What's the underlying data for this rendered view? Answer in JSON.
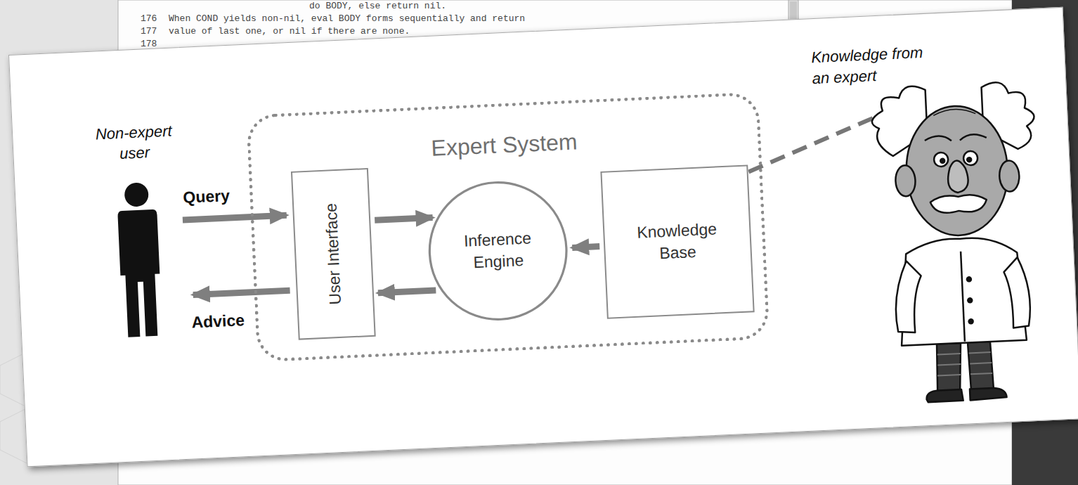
{
  "diagram": {
    "nodes": [
      {
        "text": [
          "Expert System"
        ]
      },
      {
        "text": [
          "User Interface"
        ],
        "in": 0
      },
      {
        "text": [
          "Inference Engine"
        ],
        "in": 0
      },
      {
        "text": [
          "Knowledge Base"
        ],
        "in": 0
      }
    ],
    "edges": [
      {
        "from": 1,
        "to": 2,
        "arrow": "to"
      },
      {
        "from": 2,
        "to": 1,
        "arrow": "to"
      },
      {
        "from": 3,
        "to": 2,
        "arrow": "to"
      }
    ],
    "labels": [
      "do BODY, else return nil.",
      "176",
      "When COND yields non-nil, eval BODY forms sequentially and return",
      "177",
      "value of last one, or nil if there are none.",
      "178",
      "Non-expert user",
      "Query",
      "Advice",
      "Knowledge from an expert"
    ]
  }
}
